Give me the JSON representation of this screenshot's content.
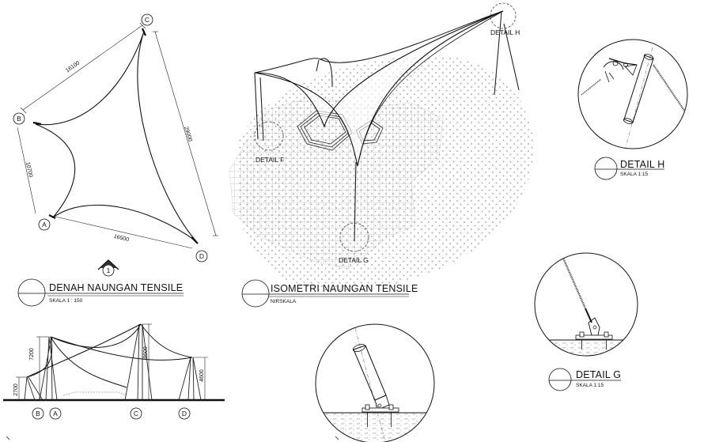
{
  "plan": {
    "title": "DENAH NAUNGAN TENSILE",
    "scale": "SKALA 1 : 150",
    "dim_top": "16100",
    "dim_right": "29000",
    "dim_left": "10700",
    "dim_bottom": "16500",
    "corners": [
      "A",
      "B",
      "C",
      "D"
    ],
    "north_number": "1"
  },
  "isometric": {
    "title": "ISOMETRI NAUNGAN TENSILE",
    "scale": "NIRSKALA",
    "callout_f": "DETAIL F",
    "callout_g": "DETAIL G",
    "callout_h": "DETAIL H"
  },
  "elevation": {
    "dim_b": "2700",
    "dim_a": "7200",
    "dim_c": "8600",
    "dim_d": "4600",
    "axes": [
      "B",
      "A",
      "C",
      "D"
    ]
  },
  "detail_h": {
    "title": "DETAIL H",
    "scale": "SKALA 1:15"
  },
  "detail_g": {
    "title": "DETAIL G",
    "scale": "SKALA 1:15"
  }
}
